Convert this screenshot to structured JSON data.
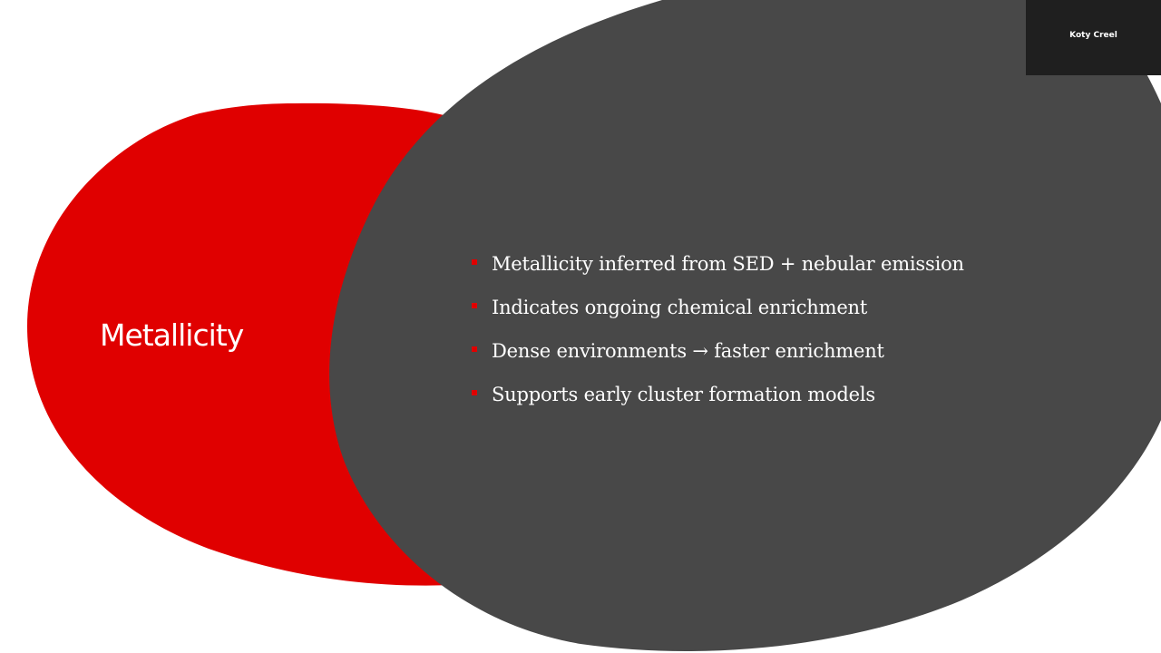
{
  "slide": {
    "title": "Metallicity",
    "bullets": [
      "Metallicity inferred from SED + nebular emission",
      "Indicates ongoing chemical enrichment",
      "Dense environments → faster enrichment",
      "Supports early cluster formation models"
    ]
  },
  "video_tile": {
    "participant_name": "Koty Creel"
  },
  "colors": {
    "background": "#ffffff",
    "accent_red": "#e00000",
    "dark_shape": "#484848",
    "video_tile_bg": "#1f1f1f"
  }
}
